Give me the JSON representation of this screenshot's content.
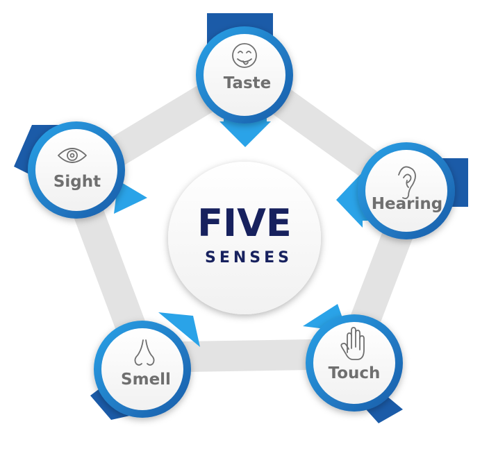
{
  "center": {
    "title": "FIVE",
    "subtitle": "SENSES"
  },
  "senses": [
    {
      "label": "Taste",
      "icon": "smiley-tongue-icon"
    },
    {
      "label": "Hearing",
      "icon": "ear-icon"
    },
    {
      "label": "Touch",
      "icon": "hand-icon"
    },
    {
      "label": "Smell",
      "icon": "nose-icon"
    },
    {
      "label": "Sight",
      "icon": "eye-icon"
    }
  ],
  "colors": {
    "dark_blue": "#1b5ba8",
    "mid_blue": "#2b7ed0",
    "light_blue": "#2aa3e8",
    "connector_gray": "#e3e3e3",
    "label_gray": "#6f6f6f",
    "title_navy": "#17215e"
  }
}
